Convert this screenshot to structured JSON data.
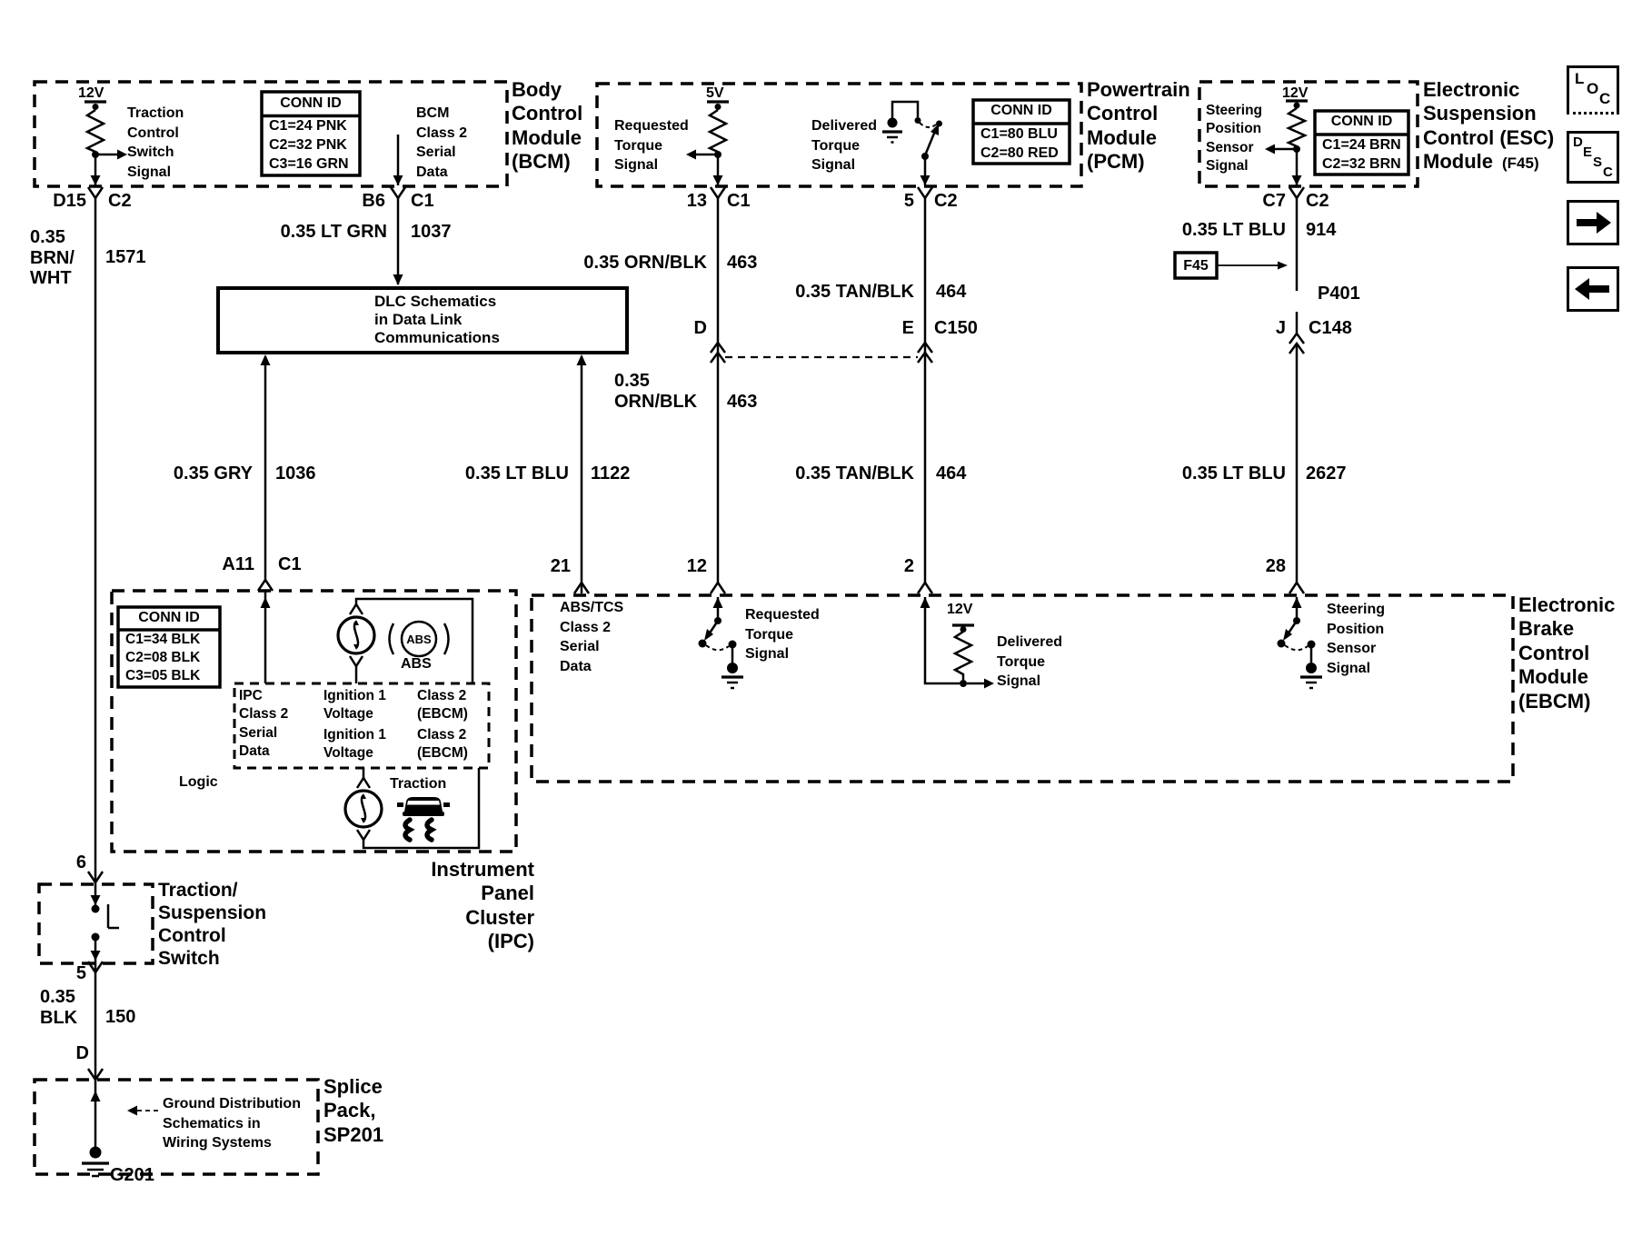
{
  "nav": {
    "loc": [
      "L",
      "O",
      "C"
    ],
    "desc": [
      "D",
      "E",
      "S",
      "C"
    ]
  },
  "bcm": {
    "label": "Body\nControl\nModule\n(BCM)",
    "supply": "12V",
    "switch_signal": "Traction\nControl\nSwitch\nSignal",
    "serial_data": "BCM\nClass 2\nSerial\nData",
    "conn_id": {
      "title": "CONN ID",
      "rows": [
        "C1=24 PNK",
        "C2=32 PNK",
        "C3=16 GRN"
      ]
    },
    "pin_d15": "D15",
    "pin_d15_conn": "C2",
    "pin_b6": "B6",
    "pin_b6_conn": "C1"
  },
  "pcm": {
    "label": "Powertrain\nControl\nModule\n(PCM)",
    "supply": "5V",
    "requested": "Requested\nTorque\nSignal",
    "delivered": "Delivered\nTorque\nSignal",
    "conn_id": {
      "title": "CONN ID",
      "rows": [
        "C1=80 BLU",
        "C2=80 RED"
      ]
    },
    "pin_13": "13",
    "pin_13_conn": "C1",
    "pin_5": "5",
    "pin_5_conn": "C2"
  },
  "esc": {
    "label": "Electronic\nSuspension\nControl (ESC)\nModule",
    "label_suffix": "(F45)",
    "supply": "12V",
    "signal": "Steering\nPosition\nSensor\nSignal",
    "conn_id": {
      "title": "CONN ID",
      "rows": [
        "C1=24 BRN",
        "C2=32 BRN"
      ]
    },
    "pin_c7": "C7",
    "pin_c7_conn": "C2"
  },
  "dlc": {
    "note": "DLC Schematics\nin Data Link\nCommunications"
  },
  "wires": {
    "brn_wht": {
      "color": "0.35\nBRN/\nWHT",
      "circuit": "1571"
    },
    "lt_grn": {
      "color": "0.35 LT GRN",
      "circuit": "1037"
    },
    "gry": {
      "color": "0.35 GRY",
      "circuit": "1036"
    },
    "lt_blu_1122": {
      "color": "0.35 LT BLU",
      "circuit": "1122"
    },
    "orn_blk_upper": {
      "color": "0.35 ORN/BLK",
      "circuit": "463"
    },
    "orn_blk_lower": {
      "color": "0.35\nORN/BLK",
      "circuit": "463"
    },
    "tan_blk_upper": {
      "color": "0.35 TAN/BLK",
      "circuit": "464"
    },
    "tan_blk_lower": {
      "color": "0.35 TAN/BLK",
      "circuit": "464"
    },
    "lt_blu_914": {
      "color": "0.35 LT BLU",
      "circuit": "914"
    },
    "lt_blu_2627": {
      "color": "0.35 LT BLU",
      "circuit": "2627"
    },
    "blk": {
      "color": "0.35\nBLK",
      "circuit": "150"
    }
  },
  "inline": {
    "d": "D",
    "e": "E",
    "e_conn": "C150",
    "j": "J",
    "j_conn": "C148",
    "p401": "P401",
    "f45": "F45"
  },
  "ipc": {
    "label": "Instrument\nPanel\nCluster\n(IPC)",
    "conn_id": {
      "title": "CONN ID",
      "rows": [
        "C1=34 BLK",
        "C2=08 BLK",
        "C3=05 BLK"
      ]
    },
    "pin_a11": "A11",
    "pin_a11_conn": "C1",
    "abs_icon": "ABS",
    "abs_caption": "ABS",
    "serial": "IPC\nClass 2\nSerial\nData",
    "ign1_row1": "Ignition 1\nVoltage",
    "class2_row1": "Class 2\n(EBCM)",
    "ign1_row2": "Ignition 1\nVoltage",
    "class2_row2": "Class 2\n(EBCM)",
    "logic": "Logic",
    "traction": "Traction"
  },
  "ebcm": {
    "label": "Electronic\nBrake\nControl\nModule\n(EBCM)",
    "pin_21": "21",
    "pin_12": "12",
    "pin_2": "2",
    "pin_28": "28",
    "abs_tcs": "ABS/TCS\nClass 2\nSerial\nData",
    "requested": "Requested\nTorque\nSignal",
    "supply": "12V",
    "delivered": "Delivered\nTorque\nSignal",
    "steering": "Steering\nPosition\nSensor\nSignal"
  },
  "tsc_switch": {
    "label": "Traction/\nSuspension\nControl\nSwitch",
    "pin_6": "6",
    "pin_5": "5",
    "pin_d": "D"
  },
  "splice": {
    "label": "Splice\nPack,\nSP201",
    "note": "Ground Distribution\nSchematics in\nWiring Systems",
    "ground": "G201"
  }
}
